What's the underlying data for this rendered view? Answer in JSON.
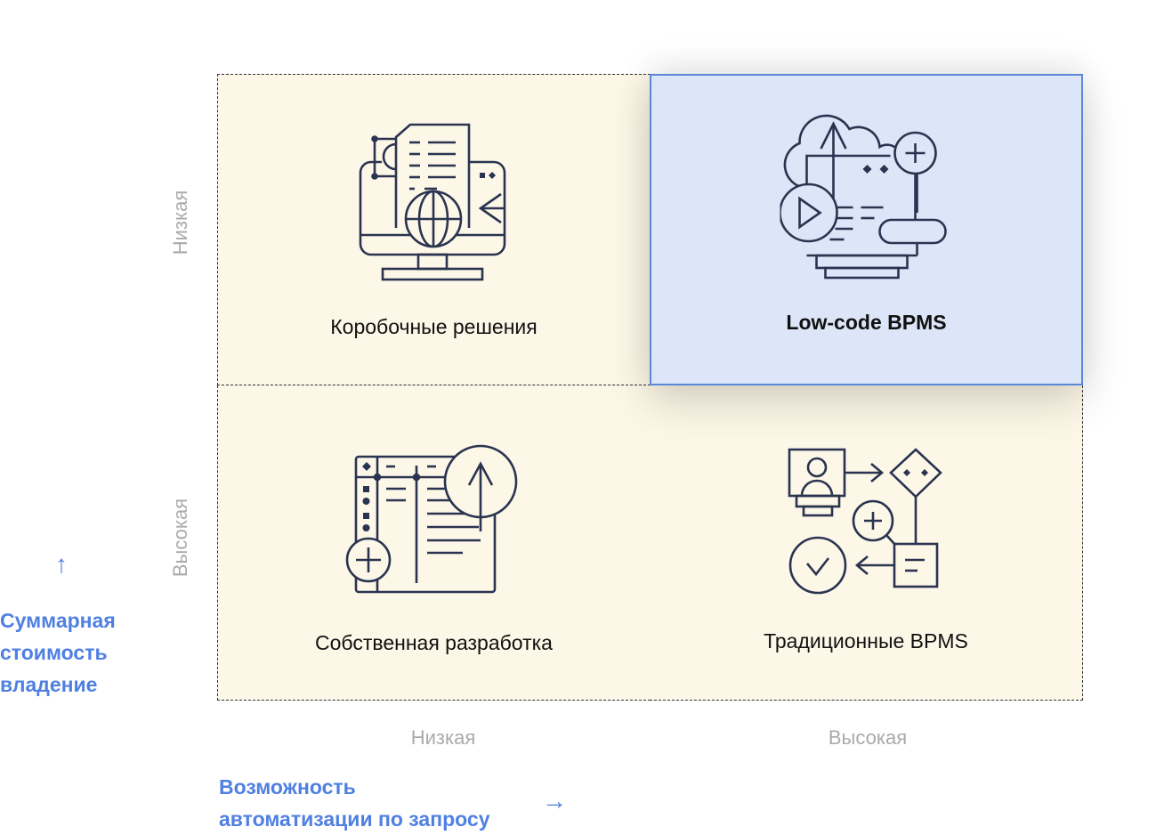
{
  "quadrants": {
    "top_left": {
      "label": "Коробочные решения",
      "icon": "monitor-document-globe-icon"
    },
    "top_right": {
      "label": "Low-code BPMS",
      "icon": "cloud-play-document-icon",
      "highlighted": true
    },
    "bottom_left": {
      "label": "Собственная разработка",
      "icon": "table-upload-add-icon"
    },
    "bottom_right": {
      "label": "Традиционные BPMS",
      "icon": "process-flow-icon"
    }
  },
  "y_axis": {
    "title_lines": [
      "Суммарная",
      "стоимость",
      "владение"
    ],
    "arrow": "↑",
    "ticks": {
      "top": "Низкая",
      "bottom": "Высокая"
    }
  },
  "x_axis": {
    "title_lines": [
      "Возможность",
      "автоматизации по запросу"
    ],
    "arrow": "→",
    "ticks": {
      "left": "Низкая",
      "right": "Высокая"
    }
  },
  "colors": {
    "quadrant_bg": "#fdf7e7",
    "highlight_bg": "#dce6f8",
    "highlight_border": "#5b87d9",
    "icon_stroke": "#2a3450",
    "axis_title": "#4f80e1",
    "axis_tick": "#aaaaaa"
  }
}
